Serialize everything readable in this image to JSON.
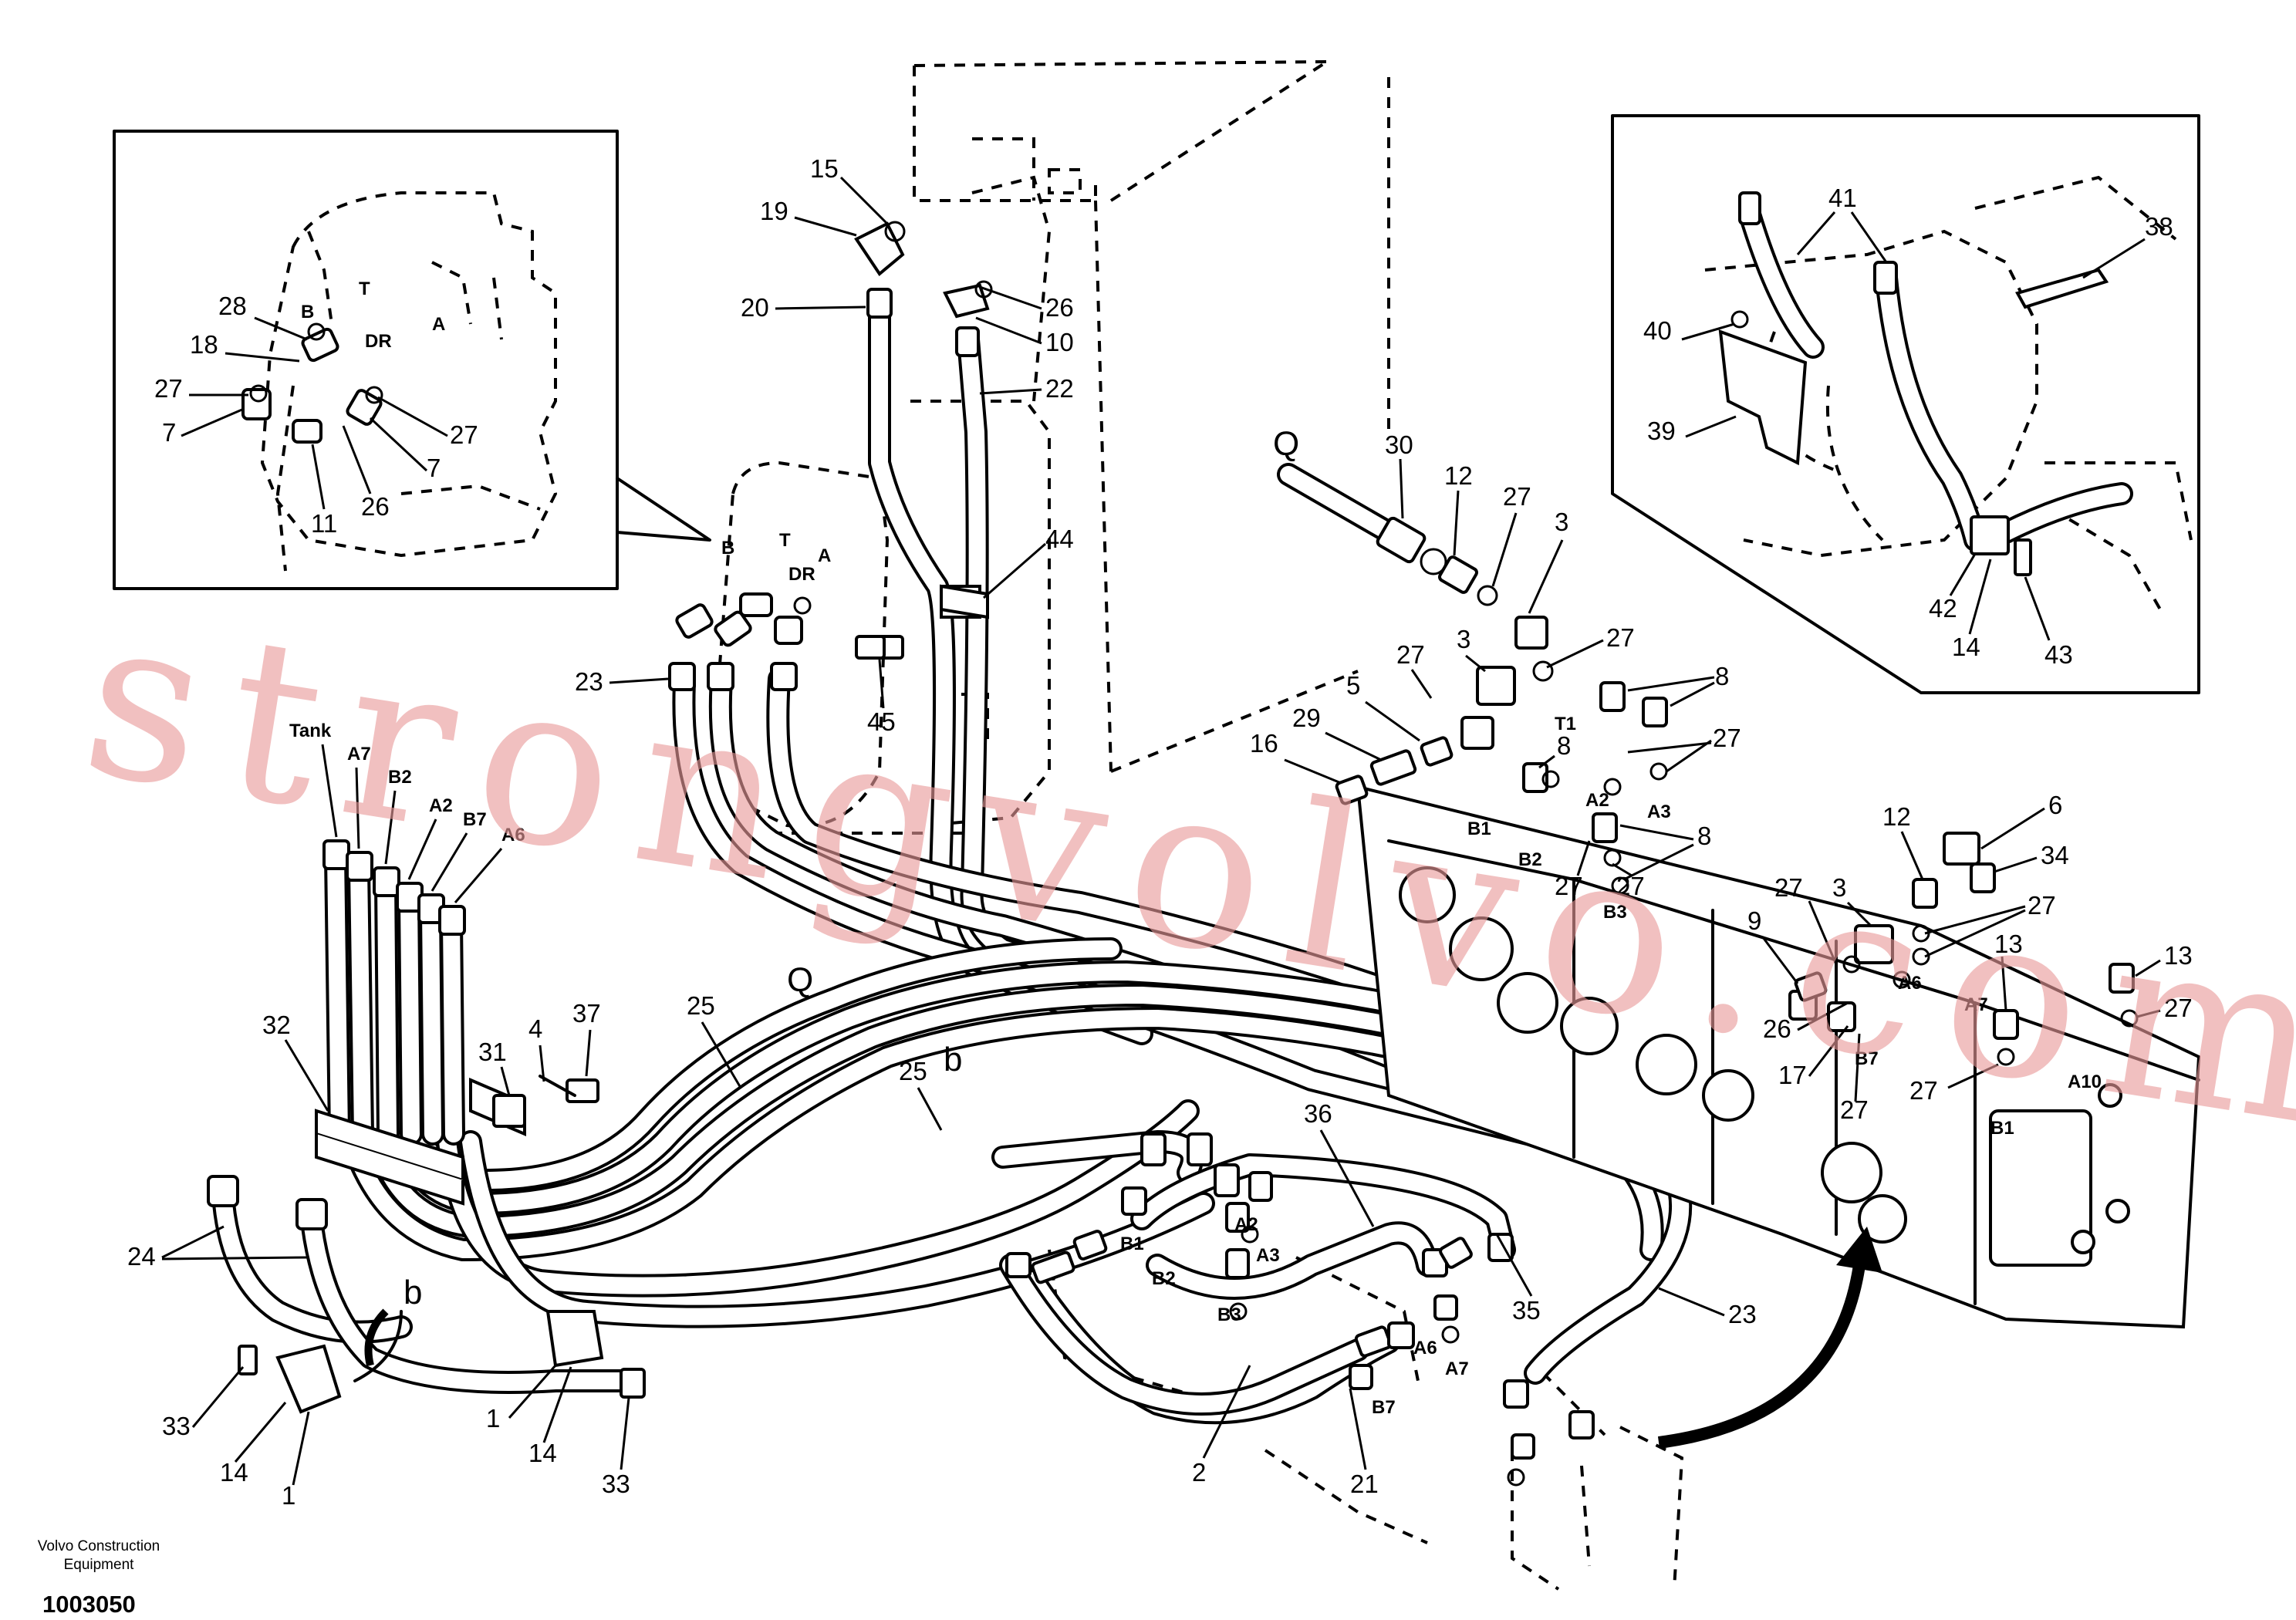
{
  "brand": {
    "company_line1": "Volvo Construction",
    "company_line2": "Equipment",
    "drawing_number": "1003050"
  },
  "watermark": "strongvolvo.com",
  "view_markers": {
    "q": "Q",
    "b": "b",
    "b_left": "b",
    "q_lower": "Q"
  },
  "port_labels": {
    "tank": "Tank",
    "a7": "A7",
    "b2": "B2",
    "a2": "A2",
    "b7": "B7",
    "a6": "A6",
    "b": "B",
    "t": "T",
    "dr": "DR",
    "a": "A",
    "t1": "T1",
    "b1": "B1",
    "a3": "A3",
    "b3": "B3",
    "a10": "A10",
    "b10": "B1"
  },
  "callouts": {
    "c1": "1",
    "c2": "2",
    "c3": "3",
    "c4": "4",
    "c5": "5",
    "c6": "6",
    "c7": "7",
    "c8": "8",
    "c9": "9",
    "c10": "10",
    "c11": "11",
    "c12": "12",
    "c13": "13",
    "c14": "14",
    "c15": "15",
    "c16": "16",
    "c17": "17",
    "c18": "18",
    "c19": "19",
    "c20": "20",
    "c21": "21",
    "c22": "22",
    "c23": "23",
    "c24": "24",
    "c25": "25",
    "c26": "26",
    "c27": "27",
    "c28": "28",
    "c29": "29",
    "c30": "30",
    "c31": "31",
    "c32": "32",
    "c33": "33",
    "c34": "34",
    "c35": "35",
    "c36": "36",
    "c37": "37",
    "c38": "38",
    "c39": "39",
    "c40": "40",
    "c41": "41",
    "c42": "42",
    "c43": "43",
    "c44": "44",
    "c45": "45"
  }
}
